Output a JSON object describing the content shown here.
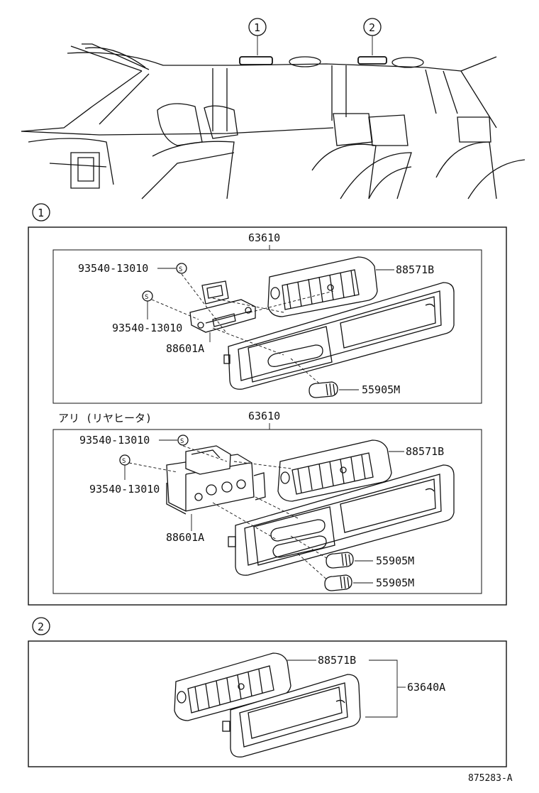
{
  "callouts": {
    "one": "1",
    "two": "2"
  },
  "section1": {
    "marker": "1",
    "upper": {
      "assembly": "63610",
      "screw_a": "93540-13010",
      "screw_b": "93540-13010",
      "screw_symbol": "S",
      "louver": "88571B",
      "knob_unit": "88601A",
      "knob": "55905M"
    },
    "lower": {
      "variant_label": "アリ (リヤヒータ)",
      "assembly": "63610",
      "screw_a": "93540-13010",
      "screw_b": "93540-13010",
      "screw_symbol": "S",
      "louver": "88571B",
      "knob_unit": "88601A",
      "knob_a": "55905M",
      "knob_b": "55905M"
    }
  },
  "section2": {
    "marker": "2",
    "louver": "88571B",
    "assembly": "63640A"
  },
  "figure_code": "875283-A"
}
